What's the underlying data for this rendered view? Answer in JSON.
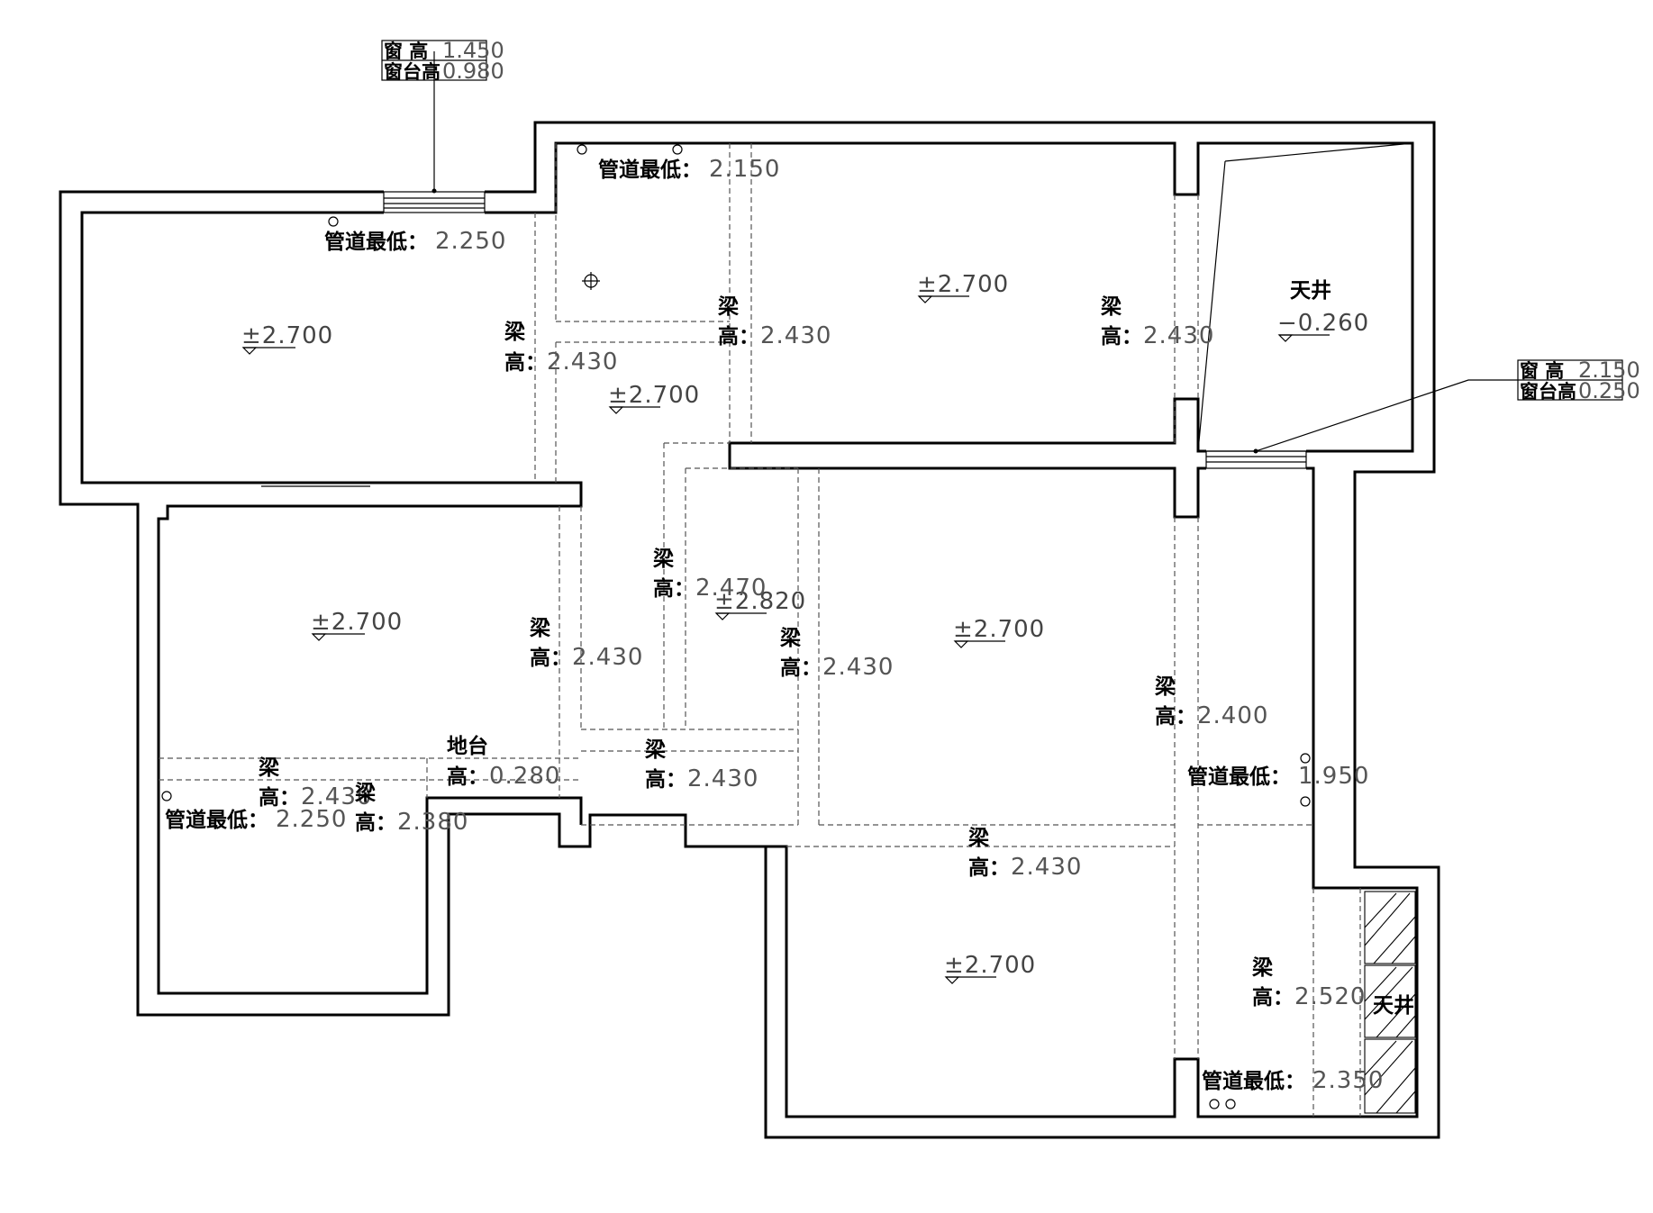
{
  "labels": {
    "beam": "梁",
    "height": "高：",
    "pipe_min": "管道最低：",
    "skylight": "天井",
    "floor_platform": "地台",
    "window_height": "窗 高",
    "sill_height": "窗台高"
  },
  "levels": {
    "bedroom_nw": "±2.700",
    "hall_center": "±2.700",
    "room_north": "±2.700",
    "room_west": "±2.700",
    "corridor_small": "±2.820",
    "living": "±2.700",
    "room_south": "±2.700",
    "skylight_ne": "−0.260"
  },
  "pipes": {
    "nw": "2.250",
    "n": "2.150",
    "sw": "2.250",
    "e": "1.950",
    "se": "2.350"
  },
  "beams": {
    "b1": "2.430",
    "b2": "2.430",
    "b3": "2.430",
    "b4": "2.470",
    "b5": "2.430",
    "b6": "2.430",
    "b7": "2.400",
    "b8": "2.430",
    "b9": "2.430",
    "b10": "2.380",
    "b11": "2.430",
    "b12": "2.520"
  },
  "platform_height": "0.280",
  "windows": {
    "north": {
      "height": "1.450",
      "sill": "0.980"
    },
    "east": {
      "height": "2.150",
      "sill": "0.250"
    }
  }
}
